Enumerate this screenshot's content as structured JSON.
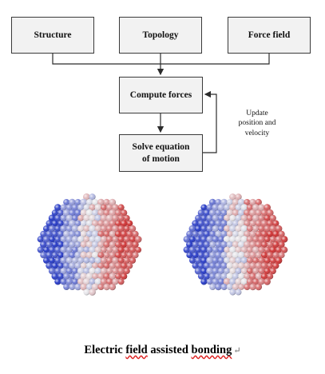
{
  "diagram": {
    "inputs": [
      "Structure",
      "Topology",
      "Force field"
    ],
    "compute_label": "Compute forces",
    "solve_label": "Solve equation\nof motion",
    "feedback_label": "Update\nposition and\nvelocity"
  },
  "caption": {
    "before": "Electric ",
    "flagged_word": "field",
    "middle": " assisted ",
    "flagged_word_2": "bonding",
    "end_mark": "↵"
  },
  "colors": {
    "box_fill": "#f2f2f2",
    "box_border": "#3a3a3a",
    "line": "#2b2b2b",
    "atom_positive": "#cc1c1c",
    "atom_negative": "#1a2fc4",
    "atom_neutral": "#e6e6ea"
  }
}
